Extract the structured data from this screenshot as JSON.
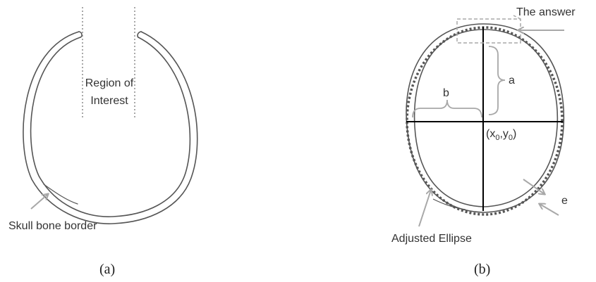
{
  "panel_a": {
    "caption": "(a)",
    "region_label_line1": "Region of",
    "region_label_line2": "Interest",
    "border_label": "Skull bone border"
  },
  "panel_b": {
    "caption": "(b)",
    "answer_label": "The answer",
    "a_label": "a",
    "b_label": "b",
    "center_label": {
      "x": "x",
      "sub_x": "0",
      "y": "y",
      "sub_y": "0"
    },
    "e_label": "e",
    "ellipse_label": "Adjusted Ellipse"
  },
  "colors": {
    "outline": "#555555",
    "dotted_ellipse": "#555555",
    "dashed_guides": "#a8a8a8",
    "arrows": "#a8a8a8",
    "axes": "#000000",
    "text": "#333333"
  }
}
